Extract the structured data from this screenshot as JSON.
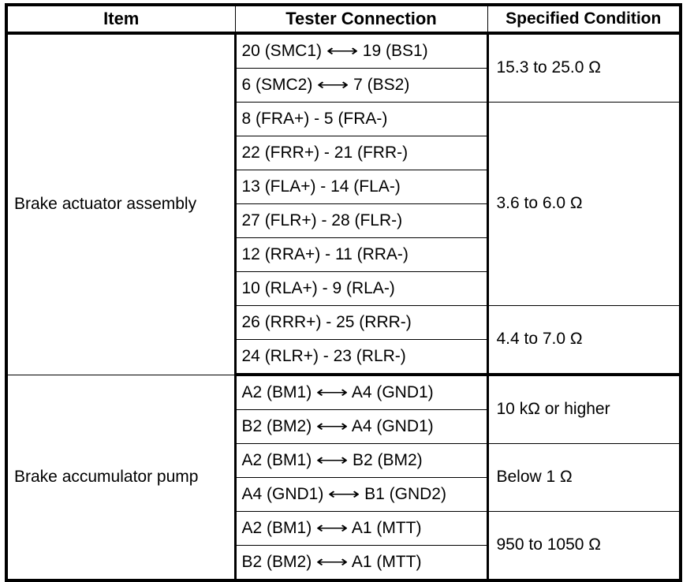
{
  "table": {
    "headers": {
      "item": "Item",
      "tester_connection": "Tester Connection",
      "specified_condition": "Specified Condition"
    },
    "sections": [
      {
        "item": "Brake actuator assembly",
        "groups": [
          {
            "condition": "15.3 to 25.0 Ω",
            "connections": [
              "20 (SMC1) ⟷ 19 (BS1)",
              "6 (SMC2) ⟷ 7 (BS2)"
            ]
          },
          {
            "condition": "3.6 to 6.0 Ω",
            "connections": [
              "8 (FRA+) - 5 (FRA-)",
              "22 (FRR+) - 21 (FRR-)",
              "13 (FLA+) - 14 (FLA-)",
              "27 (FLR+) - 28 (FLR-)",
              "12 (RRA+) - 11 (RRA-)",
              "10 (RLA+) - 9 (RLA-)"
            ]
          },
          {
            "condition": "4.4 to 7.0 Ω",
            "connections": [
              "26 (RRR+) - 25 (RRR-)",
              "24 (RLR+) - 23 (RLR-)"
            ]
          }
        ]
      },
      {
        "item": "Brake accumulator pump",
        "groups": [
          {
            "condition": "10 kΩ or higher",
            "connections": [
              "A2 (BM1) ⟷ A4 (GND1)",
              "B2 (BM2) ⟷ A4 (GND1)"
            ]
          },
          {
            "condition": "Below 1 Ω",
            "connections": [
              "A2 (BM1) ⟷ B2 (BM2)",
              "A4 (GND1) ⟷ B1 (GND2)"
            ]
          },
          {
            "condition": "950 to 1050 Ω",
            "connections": [
              "A2 (BM1) ⟷ A1 (MTT)",
              "B2 (BM2) ⟷ A1 (MTT)"
            ]
          }
        ]
      }
    ]
  }
}
